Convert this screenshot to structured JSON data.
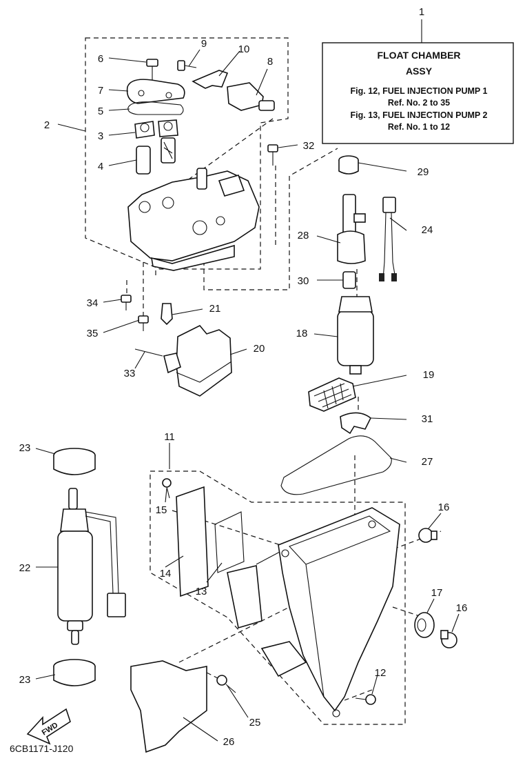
{
  "info_box": {
    "title_1": "FLOAT CHAMBER",
    "title_2": "ASSY",
    "line_1": "Fig. 12, FUEL INJECTION PUMP 1",
    "line_2": "Ref. No. 2 to 35",
    "line_3": "Fig. 13, FUEL INJECTION PUMP 2",
    "line_4": "Ref. No. 1 to 12"
  },
  "fwd_label": "FWD",
  "diagram_code": "6CB1171-J120",
  "callouts": {
    "c1": "1",
    "c2": "2",
    "c3": "3",
    "c4": "4",
    "c5": "5",
    "c6": "6",
    "c7": "7",
    "c8": "8",
    "c9": "9",
    "c10": "10",
    "c11": "11",
    "c12": "12",
    "c13": "13",
    "c14": "14",
    "c15": "15",
    "c16a": "16",
    "c16b": "16",
    "c17": "17",
    "c18": "18",
    "c19": "19",
    "c20": "20",
    "c21": "21",
    "c22": "22",
    "c23a": "23",
    "c23b": "23",
    "c24": "24",
    "c25": "25",
    "c26": "26",
    "c27": "27",
    "c28": "28",
    "c29": "29",
    "c30": "30",
    "c31": "31",
    "c32": "32",
    "c33": "33",
    "c34": "34",
    "c35": "35"
  }
}
